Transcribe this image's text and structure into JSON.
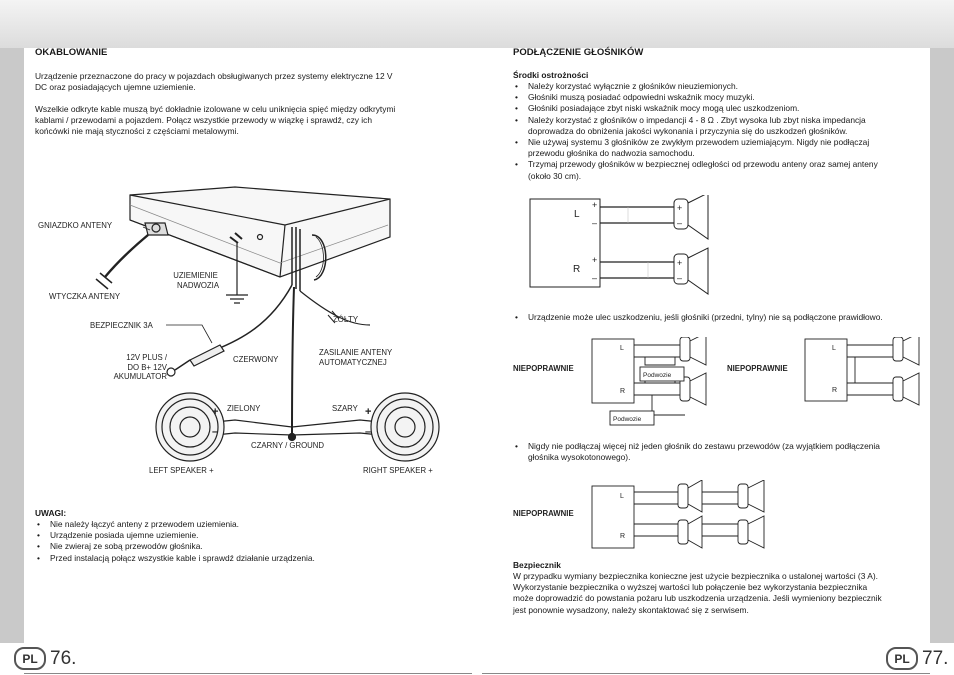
{
  "left": {
    "section1_title": "OKABLOWANIE",
    "p1_l1": "Urządzenie przeznaczone do pracy w pojazdach obsługiwanych przez systemy elektryczne 12 V",
    "p1_l2": "DC oraz posiadających ujemne uziemienie.",
    "p2_l1": "Wszelkie odkryte kable muszą być dokładnie izolowane w celu uniknięcia spięć między odkrytymi",
    "p2_l2": "kablami / przewodami a pojazdem. Połącz wszystkie przewody w wiązkę i sprawdź, czy ich",
    "p2_l3": "końcówki nie mają styczności z częściami metalowymi.",
    "diagram": {
      "antenna_socket": "GNIAZDKO ANTENY",
      "antenna_plug": "WTYCZKA  ANTENY",
      "ground_l1": "UZIEMIENIE",
      "ground_l2": "NADWOZIA",
      "fuse": "BEZPIECZNIK 3A",
      "yellow": "ŻÓŁTY",
      "battery_l1": "12V PLUS /",
      "battery_l2": "DO B+ 12V",
      "battery_l3": "AKUMULATOR",
      "red": "CZERWONY",
      "auto_antenna_l1": "ZASILANIE ANTENY",
      "auto_antenna_l2": "AUTOMATYCZNEJ",
      "green": "ZIELONY",
      "grey": "SZARY",
      "black_ground": "CZARNY / GROUND",
      "left_speaker": "LEFT SPEAKER +",
      "right_speaker": "RIGHT SPEAKER +",
      "plus": "+",
      "minus": "–"
    },
    "notes_title": "UWAGI:",
    "notes": [
      "Nie należy łączyć anteny z przewodem uziemienia.",
      "Urządzenie posiada ujemne uziemienie.",
      "Nie zwieraj ze sobą przewodów głośnika.",
      "Przed instalacją połącz wszystkie kable i sprawdź działanie urządzenia."
    ],
    "page_lang": "PL",
    "page_number": "76."
  },
  "right": {
    "section_title": "PODŁĄCZENIE GŁOŚNIKÓW",
    "precautions_title": "Środki ostrożności",
    "bullets": [
      [
        "Należy korzystać wyłącznie z głośników nieuziemionych."
      ],
      [
        "Głośniki muszą posiadać odpowiedni wskaźnik mocy muzyki."
      ],
      [
        "Głośniki posiadające zbyt niski wskaźnik mocy mogą ulec uszkodzeniom."
      ],
      [
        "Należy korzystać z głośników o impedancji  4 - 8 Ω . Zbyt wysoka lub zbyt niska impedancja",
        "doprowadza do obniżenia jakości wykonania i przyczynia się do uszkodzeń głośników."
      ],
      [
        "Nie używaj systemu 3 głośników ze zwykłym przewodem uziemiającym. Nigdy nie podłączaj",
        "przewodu głośnika do nadwozia samochodu."
      ],
      [
        "Trzymaj przewody głośników w bezpiecznej odległości od przewodu anteny oraz samej anteny",
        "(około 30 cm)."
      ]
    ],
    "label_L": "L",
    "label_R": "R",
    "warning1": "Urządzenie może ulec uszkodzeniu, jeśli głośniki (przedni, tylny) nie są podłączone prawidłowo.",
    "incorrect": "NIEPOPRAWNIE",
    "subwoofer": "Podwozie",
    "warning2_l1": "Nigdy nie podłączaj więcej niż jeden głośnik do zestawu przewodów (za wyjątkiem podłączenia",
    "warning2_l2": "głośnika wysokotonowego).",
    "fuse_title": "Bezpiecznik",
    "fuse_l1": "W przypadku wymiany bezpiecznika konieczne jest użycie bezpiecznika o ustalonej wartości (3 A).",
    "fuse_l2": "Wykorzystanie bezpiecznika o wyższej wartości lub połączenie bez wykorzystania bezpiecznika",
    "fuse_l3": "może doprowadzić do powstania pożaru lub uszkodzenia urządzenia. Jeśli wymieniony bezpiecznik",
    "fuse_l4": "jest ponownie wysadzony, należy skontaktować się z serwisem.",
    "page_lang": "PL",
    "page_number": "77."
  }
}
